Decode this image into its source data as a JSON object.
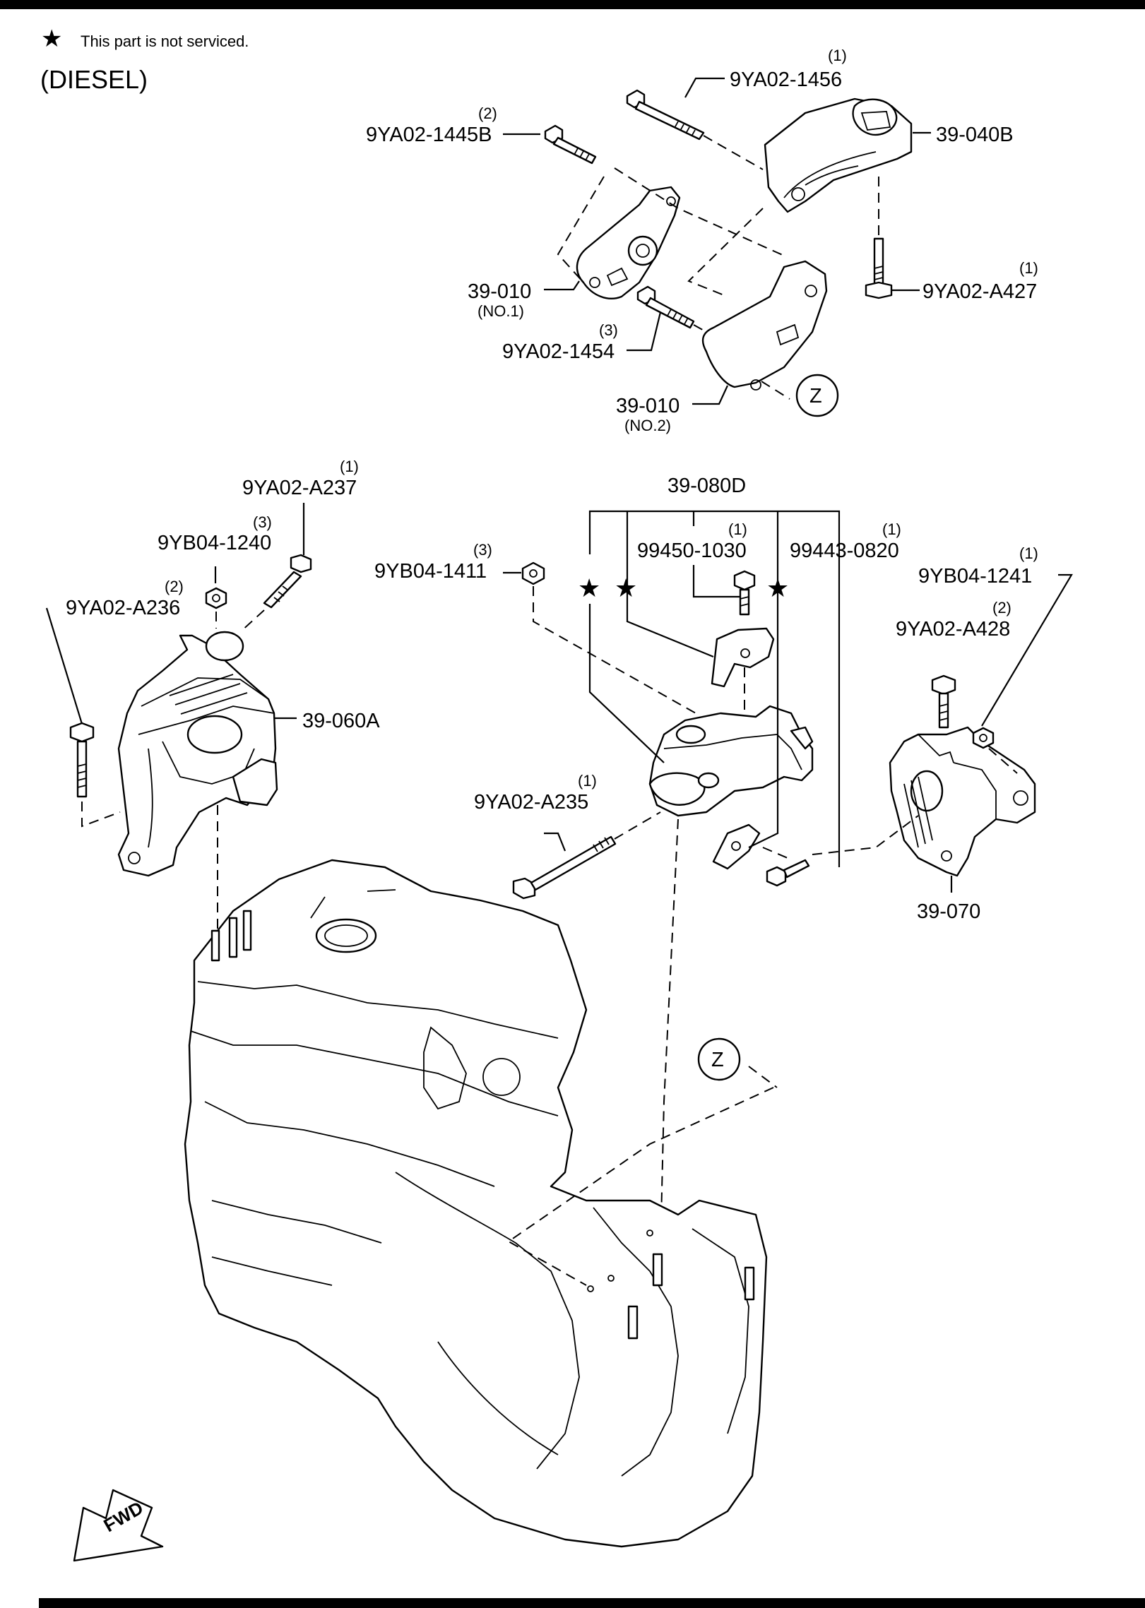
{
  "header": {
    "note_symbol": "★",
    "note_text": "This part is not serviced.",
    "variant": "(DIESEL)"
  },
  "parts": {
    "p_9YA02_1456": {
      "qty": "(1)",
      "code": "9YA02-1456"
    },
    "p_9YA02_1445B": {
      "qty": "(2)",
      "code": "9YA02-1445B"
    },
    "p_39_040B": {
      "code": "39-040B"
    },
    "p_39_010_no1": {
      "code": "39-010",
      "sub": "(NO.1)"
    },
    "p_9YA02_A427": {
      "qty": "(1)",
      "code": "9YA02-A427"
    },
    "p_9YA02_1454": {
      "qty": "(3)",
      "code": "9YA02-1454"
    },
    "p_39_010_no2": {
      "code": "39-010",
      "sub": "(NO.2)"
    },
    "ref_z": "Z",
    "p_9YA02_A237": {
      "qty": "(1)",
      "code": "9YA02-A237"
    },
    "p_9YB04_1240": {
      "qty": "(3)",
      "code": "9YB04-1240"
    },
    "p_9YA02_A236": {
      "qty": "(2)",
      "code": "9YA02-A236"
    },
    "p_39_060A": {
      "code": "39-060A"
    },
    "p_39_080D": {
      "code": "39-080D"
    },
    "p_9YB04_1411": {
      "qty": "(3)",
      "code": "9YB04-1411"
    },
    "p_99450_1030": {
      "qty": "(1)",
      "code": "99450-1030"
    },
    "p_99443_0820": {
      "qty": "(1)",
      "code": "99443-0820"
    },
    "p_9YB04_1241": {
      "qty": "(1)",
      "code": "9YB04-1241"
    },
    "p_9YA02_A428": {
      "qty": "(2)",
      "code": "9YA02-A428"
    },
    "p_9YA02_A235": {
      "qty": "(1)",
      "code": "9YA02-A235"
    },
    "p_39_070": {
      "code": "39-070"
    }
  },
  "fwd_label": "FWD"
}
